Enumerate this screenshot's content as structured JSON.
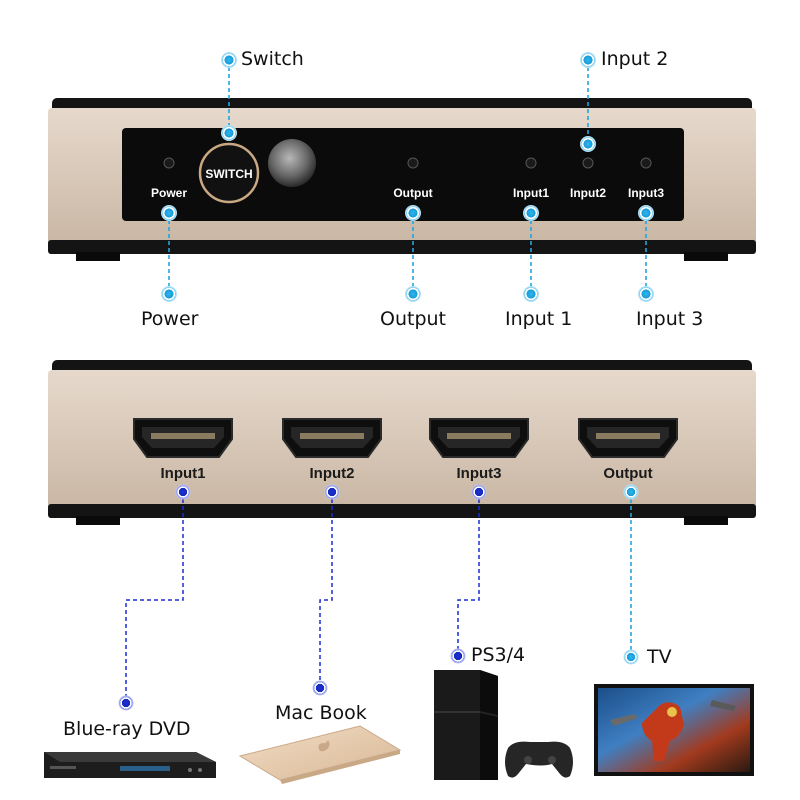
{
  "front_panel": {
    "power_led_label": "Power",
    "switch_button_label": "SWITCH",
    "output_led_label": "Output",
    "input1_led_label": "Input1",
    "input2_led_label": "Input2",
    "input3_led_label": "Input3"
  },
  "front_callouts": {
    "switch": "Switch",
    "input2": "Input 2",
    "power": "Power",
    "output": "Output",
    "input1": "Input 1",
    "input3": "Input 3"
  },
  "rear_panel": {
    "ports": [
      "Input1",
      "Input2",
      "Input3",
      "Output"
    ]
  },
  "devices": {
    "input1": "Blue-ray DVD",
    "input2": "Mac Book",
    "input3": "PS3/4",
    "output": "TV"
  },
  "colors": {
    "cyan_marker": "#1fa6e0",
    "blue_marker": "#1a2fd0",
    "housing": "#d6c6b6",
    "panel": "#0c0c0c"
  }
}
